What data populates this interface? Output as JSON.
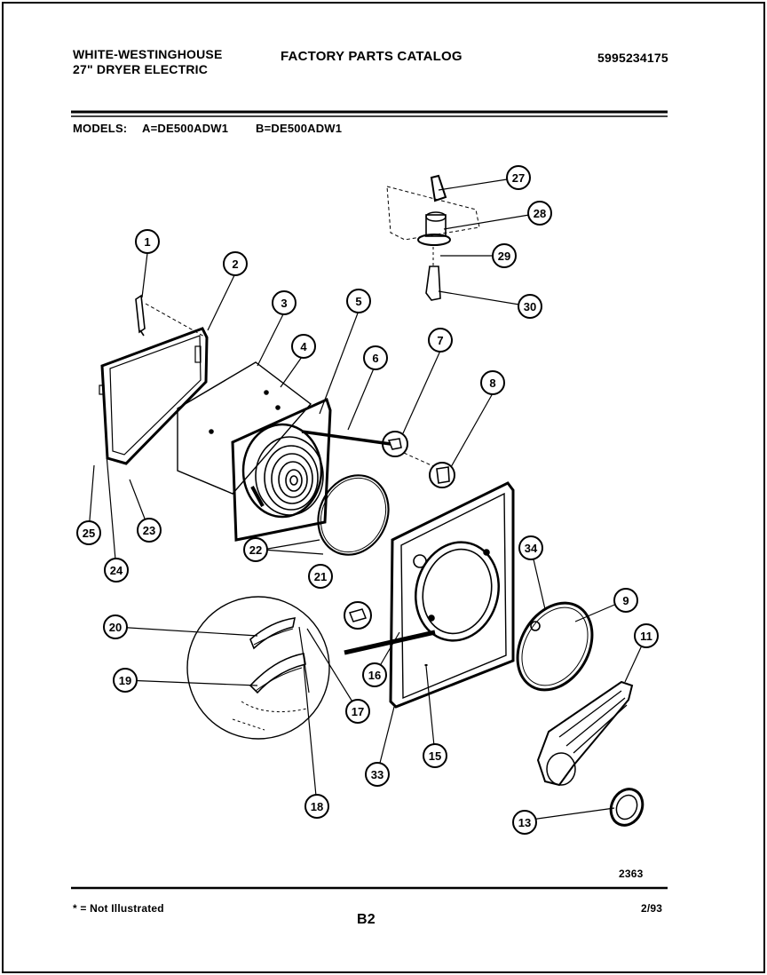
{
  "header": {
    "brand_line1": "WHITE-WESTINGHOUSE",
    "brand_line2": "27\" DRYER ELECTRIC",
    "catalog_title": "FACTORY PARTS CATALOG",
    "catalog_number": "5995234175"
  },
  "models": {
    "label": "MODELS:",
    "model_a": "A=DE500ADW1",
    "model_b": "B=DE500ADW1"
  },
  "callouts": [
    "1",
    "2",
    "3",
    "4",
    "5",
    "6",
    "7",
    "8",
    "9",
    "11",
    "13",
    "15",
    "16",
    "17",
    "18",
    "19",
    "20",
    "21",
    "22",
    "23",
    "24",
    "25",
    "27",
    "28",
    "29",
    "30",
    "33",
    "34"
  ],
  "figure_number": "2363",
  "footer": {
    "note": "* = Not Illustrated",
    "page": "B2",
    "date": "2/93"
  }
}
